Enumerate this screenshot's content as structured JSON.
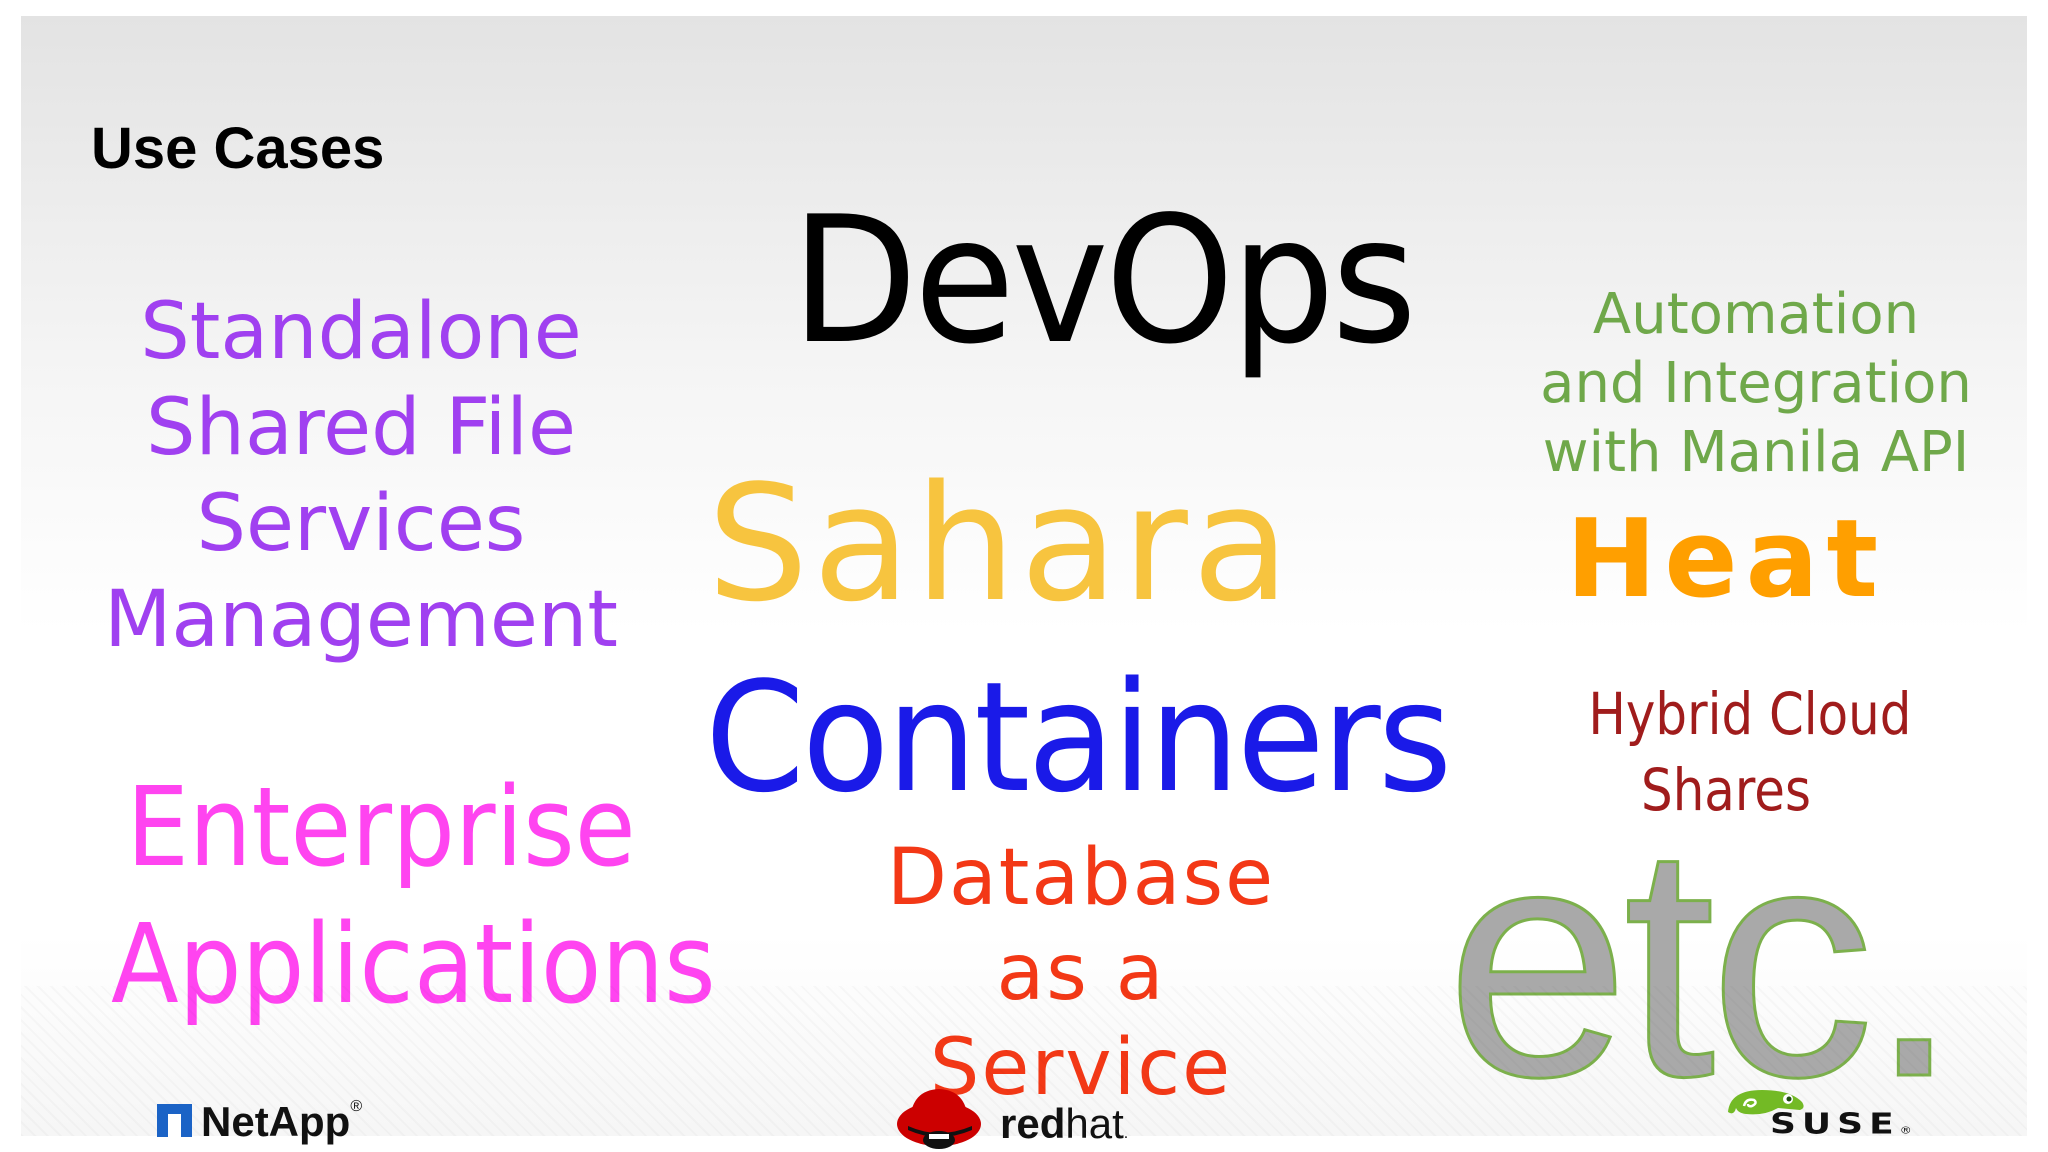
{
  "slide": {
    "title": "Use Cases",
    "devops": "DevOps",
    "standalone_lines": [
      "Standalone",
      "Shared File",
      "Services",
      "Management"
    ],
    "automation_lines": [
      "Automation",
      "and Integration",
      "with Manila API"
    ],
    "sahara": "Sahara",
    "heat": "Heat",
    "containers": "Containers",
    "hybrid_lines": [
      "Hybrid Cloud",
      "Shares"
    ],
    "enterprise_lines": [
      "Enterprise",
      "Applications"
    ],
    "database_lines": [
      "Database",
      "as a",
      "Service"
    ],
    "etc": "etc."
  },
  "logos": {
    "netapp": "NetApp",
    "netapp_mark": "®",
    "redhat_red": "red",
    "redhat_hat": "hat",
    "redhat_mark": ".",
    "suse": "SUSE",
    "suse_mark": "®"
  },
  "colors": {
    "purple": "#a040f0",
    "green": "#6fa84a",
    "yellow": "#f7c43f",
    "orange": "#ff9f00",
    "blue": "#1a1ae8",
    "dark_red": "#a01c1c",
    "magenta": "#ff44f0",
    "red": "#f33816",
    "gray": "#a9a9a9",
    "netapp_blue": "#1b63c6",
    "redhat_red": "#cc0000",
    "suse_green": "#73ba25"
  }
}
